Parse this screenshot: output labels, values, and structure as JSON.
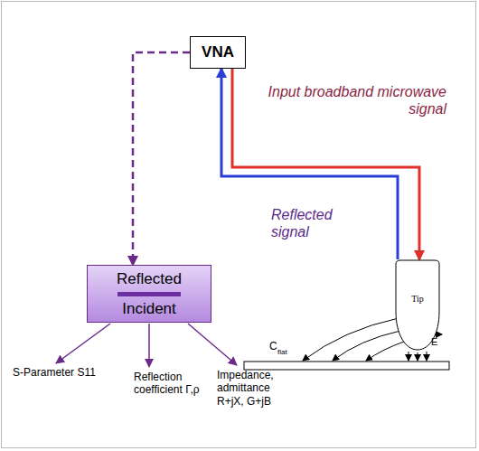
{
  "diagram": {
    "nodes": [
      {
        "text": [
          "VNA"
        ]
      },
      {
        "text": [
          "Reflected",
          "Incident"
        ]
      },
      {
        "text": [
          "Tip"
        ]
      }
    ],
    "edges": [
      {
        "from": 0,
        "to": 2,
        "arrow": "to"
      },
      {
        "from": 2,
        "to": 0,
        "arrow": "to"
      },
      {
        "from": 0,
        "to": 1,
        "arrow": "to"
      }
    ],
    "labels": [
      "Input broadband microwave signal",
      "Reflected signal",
      "C",
      "flat",
      "E",
      "S-Parameter S11",
      "Reflection coefficient Γ,ρ",
      "Impedance, admittance R+jX, G+jB"
    ]
  }
}
